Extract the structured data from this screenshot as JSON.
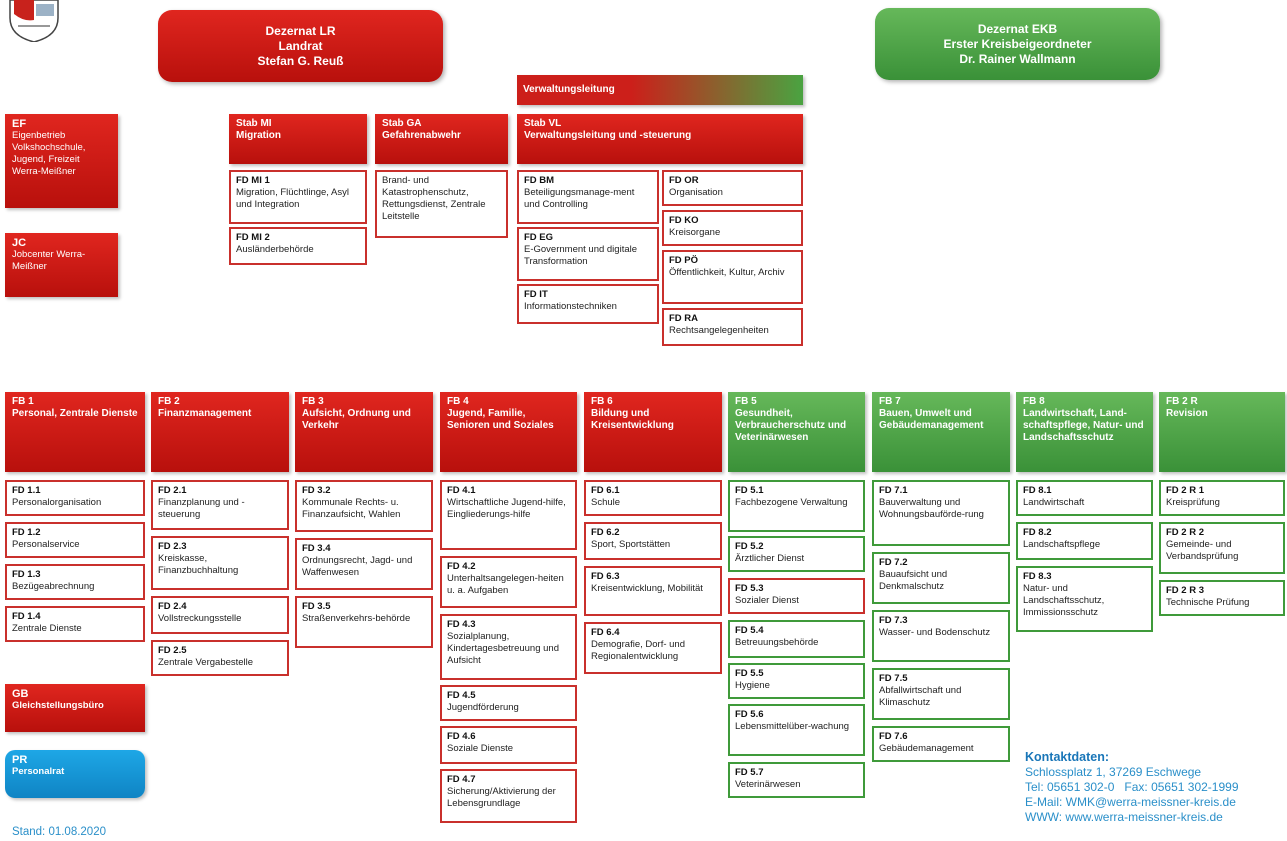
{
  "top": {
    "lr": [
      "Dezernat LR",
      "Landrat",
      "Stefan G. Reuß"
    ],
    "ekb": [
      "Dezernat EKB",
      "Erster Kreisbeigeordneter",
      "Dr. Rainer Wallmann"
    ],
    "verwaltungsleitung": "Verwaltungsleitung"
  },
  "sides": {
    "ef": {
      "code": "EF",
      "text": "Eigenbetrieb Volkshochschule, Jugend, Freizeit Werra-Meißner"
    },
    "jc": {
      "code": "JC",
      "text": "Jobcenter Werra-Meißner"
    },
    "gb": {
      "code": "GB",
      "text": "Gleichstellungsbüro"
    },
    "pr": {
      "code": "PR",
      "text": "Personalrat"
    }
  },
  "staffs": {
    "mi": {
      "code": "Stab MI",
      "title": "Migration"
    },
    "ga": {
      "code": "Stab GA",
      "title": "Gefahrenabwehr"
    },
    "vl": {
      "code": "Stab VL",
      "title": "Verwaltungsleitung und -steuerung"
    }
  },
  "staff_units": {
    "mi1": {
      "code": "FD MI 1",
      "text": "Migration, Flüchtlinge, Asyl und Integration"
    },
    "mi2": {
      "code": "FD MI 2",
      "text": "Ausländerbehörde"
    },
    "ga": {
      "text": "Brand- und Katastrophenschutz, Rettungsdienst, Zentrale Leitstelle"
    },
    "bm": {
      "code": "FD BM",
      "text": "Beteiligungsmanage-ment und Controlling"
    },
    "eg": {
      "code": "FD EG",
      "text": "E-Government und digitale Transformation"
    },
    "it": {
      "code": "FD IT",
      "text": "Informationstechniken"
    },
    "or": {
      "code": "FD OR",
      "text": "Organisation"
    },
    "ko": {
      "code": "FD KO",
      "text": "Kreisorgane"
    },
    "po": {
      "code": "FD PÖ",
      "text": "Öffentlichkeit, Kultur, Archiv"
    },
    "ra": {
      "code": "FD RA",
      "text": "Rechtsangelegenheiten"
    }
  },
  "fbs": [
    {
      "code": "FB 1",
      "title": "Personal, Zentrale Dienste",
      "units": [
        {
          "code": "FD 1.1",
          "text": "Personalorganisation"
        },
        {
          "code": "FD 1.2",
          "text": "Personalservice"
        },
        {
          "code": "FD 1.3",
          "text": "Bezügeabrechnung"
        },
        {
          "code": "FD 1.4",
          "text": "Zentrale Dienste"
        }
      ]
    },
    {
      "code": "FB 2",
      "title": "Finanzmanagement",
      "units": [
        {
          "code": "FD 2.1",
          "text": "Finanzplanung und -steuerung"
        },
        {
          "code": "FD 2.3",
          "text": "Kreiskasse, Finanzbuchhaltung"
        },
        {
          "code": "FD 2.4",
          "text": "Vollstreckungsstelle"
        },
        {
          "code": "FD 2.5",
          "text": "Zentrale Vergabestelle"
        }
      ]
    },
    {
      "code": "FB 3",
      "title": "Aufsicht, Ordnung und Verkehr",
      "units": [
        {
          "code": "FD 3.2",
          "text": "Kommunale Rechts- u. Finanzaufsicht, Wahlen"
        },
        {
          "code": "FD 3.4",
          "text": "Ordnungsrecht, Jagd- und Waffenwesen"
        },
        {
          "code": "FD 3.5",
          "text": "Straßenverkehrs-behörde"
        }
      ]
    },
    {
      "code": "FB 4",
      "title": "Jugend, Familie, Senioren und Soziales",
      "units": [
        {
          "code": "FD 4.1",
          "text": "Wirtschaftliche Jugend-hilfe, Eingliederungs-hilfe"
        },
        {
          "code": "FD 4.2",
          "text": "Unterhaltsangelegen-heiten u. a. Aufgaben"
        },
        {
          "code": "FD 4.3",
          "text": "Sozialplanung, Kindertagesbetreuung und Aufsicht"
        },
        {
          "code": "FD 4.5",
          "text": "Jugendförderung"
        },
        {
          "code": "FD 4.6",
          "text": "Soziale Dienste"
        },
        {
          "code": "FD 4.7",
          "text": "Sicherung/Aktivierung der Lebensgrundlage"
        }
      ]
    },
    {
      "code": "FB 6",
      "title": "Bildung und Kreisentwicklung",
      "units": [
        {
          "code": "FD 6.1",
          "text": "Schule"
        },
        {
          "code": "FD 6.2",
          "text": "Sport, Sportstätten"
        },
        {
          "code": "FD 6.3",
          "text": "Kreisentwicklung, Mobilität"
        },
        {
          "code": "FD 6.4",
          "text": "Demografie, Dorf- und Regionalentwicklung"
        }
      ]
    },
    {
      "code": "FB 5",
      "title": "Gesundheit, Verbraucherschutz und Veterinärwesen",
      "units": [
        {
          "code": "FD 5.1",
          "text": "Fachbezogene Verwaltung"
        },
        {
          "code": "FD 5.2",
          "text": "Ärztlicher Dienst"
        },
        {
          "code": "FD 5.3",
          "text": "Sozialer Dienst"
        },
        {
          "code": "FD 5.4",
          "text": "Betreuungsbehörde"
        },
        {
          "code": "FD 5.5",
          "text": "Hygiene"
        },
        {
          "code": "FD 5.6",
          "text": "Lebensmittelüber-wachung"
        },
        {
          "code": "FD 5.7",
          "text": "Veterinärwesen"
        }
      ]
    },
    {
      "code": "FB 7",
      "title": "Bauen, Umwelt und Gebäudemanagement",
      "units": [
        {
          "code": "FD 7.1",
          "text": "Bauverwaltung und Wohnungsbauförde-rung"
        },
        {
          "code": "FD 7.2",
          "text": "Bauaufsicht und Denkmalschutz"
        },
        {
          "code": "FD 7.3",
          "text": "Wasser- und Bodenschutz"
        },
        {
          "code": "FD 7.5",
          "text": "Abfallwirtschaft und Klimaschutz"
        },
        {
          "code": "FD 7.6",
          "text": "Gebäudemanagement"
        }
      ]
    },
    {
      "code": "FB 8",
      "title": "Landwirtschaft, Land-schaftspflege, Natur- und Landschaftsschutz",
      "units": [
        {
          "code": "FD 8.1",
          "text": "Landwirtschaft"
        },
        {
          "code": "FD 8.2",
          "text": "Landschaftspflege"
        },
        {
          "code": "FD 8.3",
          "text": "Natur- und Landschaftsschutz, Immissionsschutz"
        }
      ]
    },
    {
      "code": "FB 2 R",
      "title": "Revision",
      "units": [
        {
          "code": "FD 2 R 1",
          "text": "Kreisprüfung"
        },
        {
          "code": "FD 2 R 2",
          "text": "Gemeinde- und Verbandsprüfung"
        },
        {
          "code": "FD 2 R 3",
          "text": "Technische Prüfung"
        }
      ]
    }
  ],
  "contact": {
    "title": "Kontaktdaten:",
    "lines": [
      "Schlossplatz 1, 37269 Eschwege",
      "Tel: 05651 302-0   Fax: 05651 302-1999",
      "E-Mail: WMK@werra-meissner-kreis.de",
      "WWW: www.werra-meissner-kreis.de"
    ]
  },
  "stand": "Stand: 01.08.2020"
}
